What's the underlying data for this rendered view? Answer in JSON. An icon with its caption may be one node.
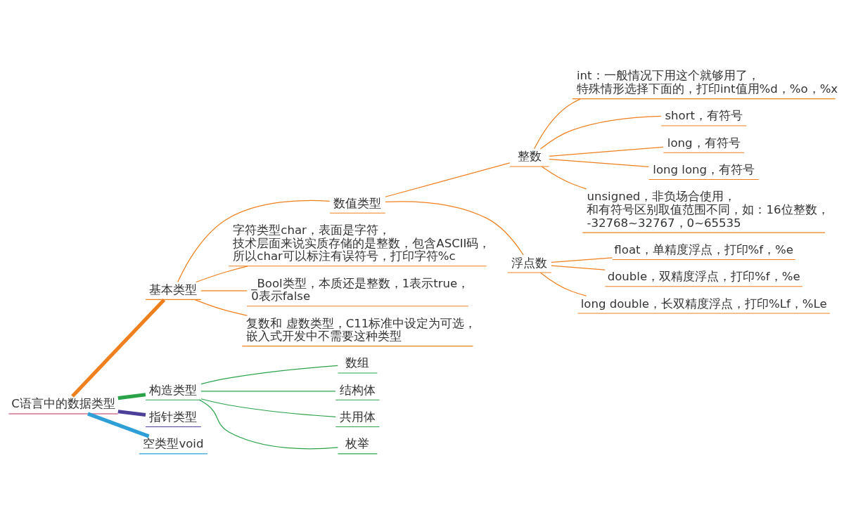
{
  "diagram": {
    "nodes": [
      {
        "text": [
          "C语言中的数据类型"
        ]
      },
      {
        "text": [
          "基本类型"
        ]
      },
      {
        "text": [
          "数值类型"
        ]
      },
      {
        "text": [
          "整数"
        ]
      },
      {
        "text": [
          "int：一般情况下用这个就够用了，特殊情形选择下面的，打印int值用%d，%o，%x"
        ]
      },
      {
        "text": [
          "short，有符号"
        ]
      },
      {
        "text": [
          "long，有符号"
        ]
      },
      {
        "text": [
          "long long，有符号"
        ]
      },
      {
        "text": [
          "unsigned，非负场合使用，和有符号区别取值范围不同，如：16位整数，-32768~32767，0~65535"
        ]
      },
      {
        "text": [
          "浮点数"
        ]
      },
      {
        "text": [
          "float，单精度浮点，打印%f，%e"
        ]
      },
      {
        "text": [
          "double，双精度浮点，打印%f，%e"
        ]
      },
      {
        "text": [
          "long double，长双精度浮点，打印%Lf，%Le"
        ]
      },
      {
        "text": [
          "字符类型char，表面是字符，技术层面来说实质存储的是整数，包含ASCII码，所以char可以标注有误符号，打印字符%c"
        ]
      },
      {
        "text": [
          "_Bool类型，本质还是整数，1表示true，0表示false"
        ]
      },
      {
        "text": [
          "复数和 虚数类型，C11标准中设定为可选，嵌入式开发中不需要这种类型"
        ]
      },
      {
        "text": [
          "构造类型"
        ]
      },
      {
        "text": [
          "数组"
        ]
      },
      {
        "text": [
          "结构体"
        ]
      },
      {
        "text": [
          "共用体"
        ]
      },
      {
        "text": [
          "枚举"
        ]
      },
      {
        "text": [
          "指针类型"
        ]
      },
      {
        "text": [
          "空类型void"
        ]
      }
    ],
    "edges": [
      {
        "from": 0,
        "to": 1,
        "arrow": "none",
        "style": "thick"
      },
      {
        "from": 1,
        "to": 2,
        "arrow": "none"
      },
      {
        "from": 2,
        "to": 3,
        "arrow": "none"
      },
      {
        "from": 3,
        "to": 4,
        "arrow": "none"
      },
      {
        "from": 3,
        "to": 5,
        "arrow": "none"
      },
      {
        "from": 3,
        "to": 6,
        "arrow": "none"
      },
      {
        "from": 3,
        "to": 7,
        "arrow": "none"
      },
      {
        "from": 3,
        "to": 8,
        "arrow": "none"
      },
      {
        "from": 2,
        "to": 9,
        "arrow": "none"
      },
      {
        "from": 9,
        "to": 10,
        "arrow": "none"
      },
      {
        "from": 9,
        "to": 11,
        "arrow": "none"
      },
      {
        "from": 9,
        "to": 12,
        "arrow": "none"
      },
      {
        "from": 1,
        "to": 13,
        "arrow": "none"
      },
      {
        "from": 1,
        "to": 14,
        "arrow": "none"
      },
      {
        "from": 1,
        "to": 15,
        "arrow": "none"
      },
      {
        "from": 0,
        "to": 16,
        "arrow": "none",
        "style": "thick",
        "color": "#2aa34a"
      },
      {
        "from": 16,
        "to": 17,
        "arrow": "none",
        "color": "#2aa34a"
      },
      {
        "from": 16,
        "to": 18,
        "arrow": "none",
        "color": "#2aa34a"
      },
      {
        "from": 16,
        "to": 19,
        "arrow": "none",
        "color": "#2aa34a"
      },
      {
        "from": 16,
        "to": 20,
        "arrow": "none",
        "color": "#2aa34a"
      },
      {
        "from": 0,
        "to": 21,
        "arrow": "none",
        "style": "thick",
        "color": "#4b3f9a"
      },
      {
        "from": 0,
        "to": 22,
        "arrow": "none",
        "style": "thick",
        "color": "#2f9fd8"
      }
    ]
  }
}
